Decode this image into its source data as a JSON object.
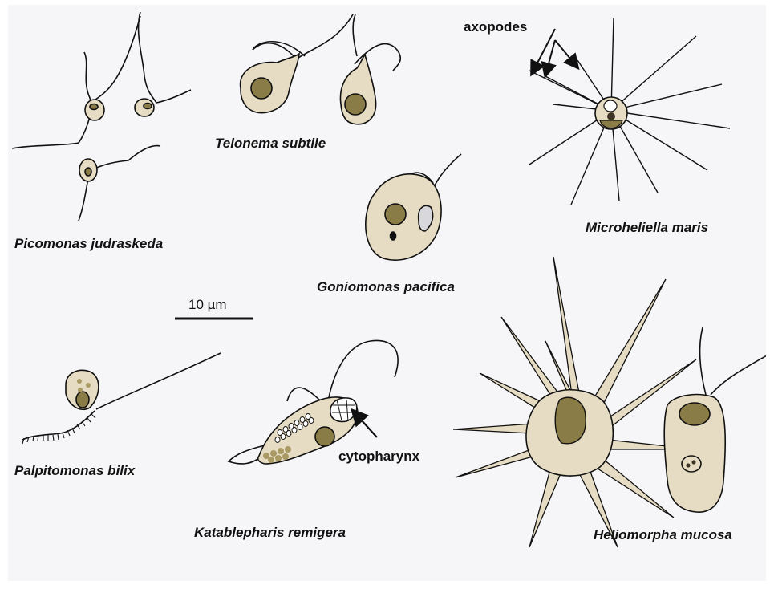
{
  "species": {
    "picomonas": "Picomonas judraskeda",
    "telonema": "Telonema subtile",
    "microheliella": "Microheliella maris",
    "goniomonas": "Goniomonas pacifica",
    "palpitomonas": "Palpitomonas bilix",
    "katablepharis": "Katablepharis remigera",
    "heliomorpha": "Heliomorpha mucosa"
  },
  "annotations": {
    "axopodes": "axopodes",
    "cytopharynx": "cytopharynx"
  },
  "scale_bar": {
    "label": "10 µm"
  },
  "colors": {
    "cell_fill": "#e6dcc3",
    "nucleus_fill": "#8a7c47",
    "granule_fill": "#a99a63",
    "outline": "#111111",
    "background": "#f6f6f8"
  }
}
